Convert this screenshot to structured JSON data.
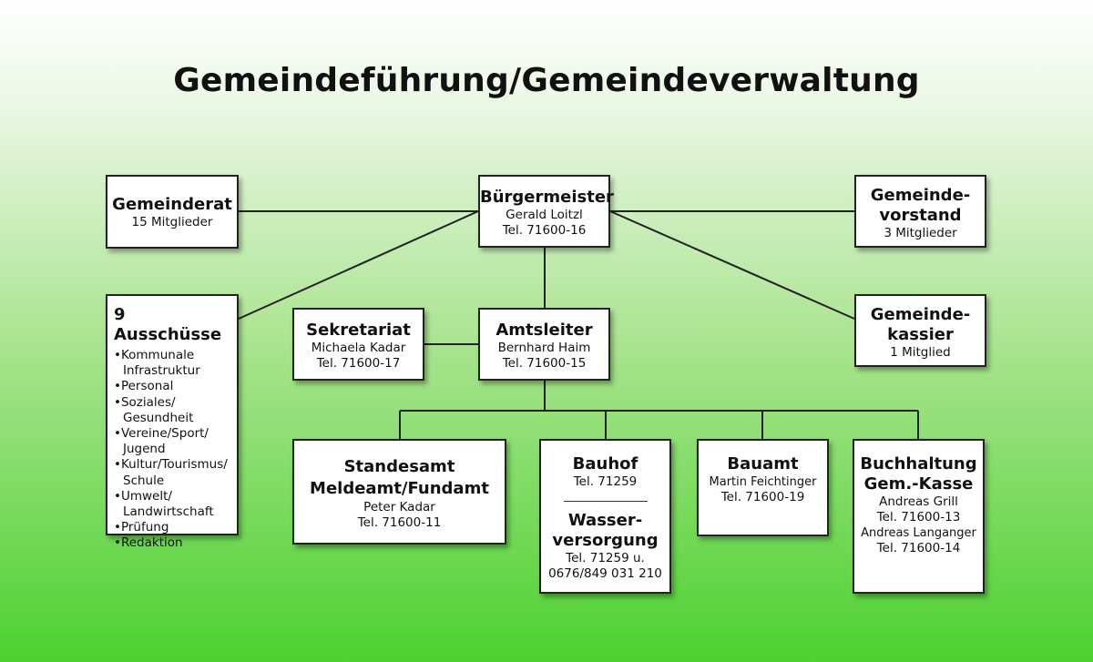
{
  "title": "Gemeindeführung/Gemeindeverwaltung",
  "gemeinderat": {
    "heading": "Gemeinderat",
    "text": "15 Mitglieder"
  },
  "buergermeister": {
    "heading": "Bürgermeister",
    "name": "Gerald Loitzl",
    "tel": "Tel. 71600-16"
  },
  "gemeindevorstand": {
    "heading_1": "Gemeinde-",
    "heading_2": "vorstand",
    "text": "3 Mitglieder"
  },
  "ausschuesse": {
    "heading": "9 Ausschüsse",
    "items": [
      "Kommunale Infrastruktur",
      "Personal",
      "Soziales/ Gesundheit",
      "Vereine/Sport/ Jugend",
      "Kultur/Tourismus/ Schule",
      "Umwelt/ Landwirtschaft",
      "Prüfung",
      "Redaktion"
    ]
  },
  "sekretariat": {
    "heading": "Sekretariat",
    "name": "Michaela Kadar",
    "tel": "Tel. 71600-17"
  },
  "amtsleiter": {
    "heading": "Amtsleiter",
    "name": "Bernhard Haim",
    "tel": "Tel. 71600-15"
  },
  "gemeindekassier": {
    "heading_1": "Gemeinde-",
    "heading_2": "kassier",
    "text": "1 Mitglied"
  },
  "standesamt": {
    "heading_1": "Standesamt",
    "heading_2": "Meldeamt/Fundamt",
    "name": "Peter Kadar",
    "tel": "Tel. 71600-11"
  },
  "bauhof": {
    "heading": "Bauhof",
    "tel": "Tel. 71259",
    "wasser_1": "Wasser-",
    "wasser_2": "versorgung",
    "wasser_tel_1": "Tel. 71259 u.",
    "wasser_tel_2": "0676/849 031 210"
  },
  "bauamt": {
    "heading": "Bauamt",
    "name": "Martin Feichtinger",
    "tel": "Tel. 71600-19"
  },
  "buchhaltung": {
    "heading_1": "Buchhaltung",
    "heading_2": "Gem.-Kasse",
    "name_1": "Andreas Grill",
    "tel_1": "Tel. 71600-13",
    "name_2": "Andreas Langanger",
    "tel_2": "Tel. 71600-14"
  }
}
